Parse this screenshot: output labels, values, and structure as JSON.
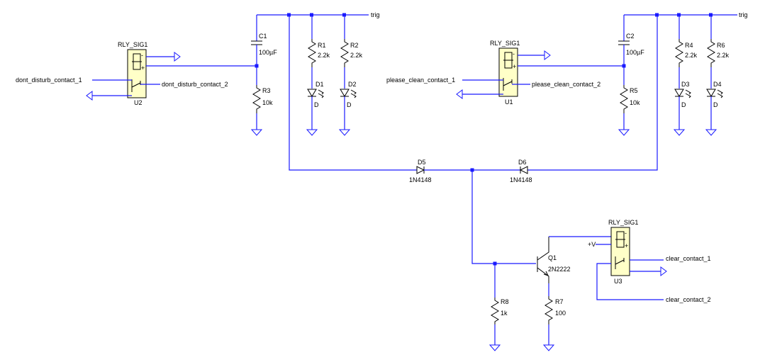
{
  "net_labels": {
    "trig_left": "trig",
    "trig_right": "trig",
    "dont_disturb_1": "dont_disturb_contact_1",
    "dont_disturb_2": "dont_disturb_contact_2",
    "please_clean_1": "please_clean_contact_1",
    "please_clean_2": "please_clean_contact_2",
    "clear_1": "clear_contact_1",
    "clear_2": "clear_contact_2",
    "plus_v": "+V"
  },
  "relays": {
    "u2": {
      "type": "RLY_SIG1",
      "ref": "U2"
    },
    "u1": {
      "type": "RLY_SIG1",
      "ref": "U1"
    },
    "u3": {
      "type": "RLY_SIG1",
      "ref": "U3"
    }
  },
  "relay_pins": {
    "minus": "-",
    "plus": "+"
  },
  "capacitors": {
    "c1": {
      "ref": "C1",
      "value": "100µF"
    },
    "c2": {
      "ref": "C2",
      "value": "100µF"
    }
  },
  "resistors": {
    "r1": {
      "ref": "R1",
      "value": "2.2k"
    },
    "r2": {
      "ref": "R2",
      "value": "2.2k"
    },
    "r3": {
      "ref": "R3",
      "value": "10k"
    },
    "r4": {
      "ref": "R4",
      "value": "2.2k"
    },
    "r5": {
      "ref": "R5",
      "value": "10k"
    },
    "r6": {
      "ref": "R6",
      "value": "2.2k"
    },
    "r7": {
      "ref": "R7",
      "value": "100"
    },
    "r8": {
      "ref": "R8",
      "value": "1k"
    }
  },
  "leds": {
    "d1": {
      "ref": "D1",
      "value": "D"
    },
    "d2": {
      "ref": "D2",
      "value": "D"
    },
    "d3": {
      "ref": "D3",
      "value": "D"
    },
    "d4": {
      "ref": "D4",
      "value": "D"
    }
  },
  "diodes": {
    "d5": {
      "ref": "D5",
      "value": "1N4148"
    },
    "d6": {
      "ref": "D6",
      "value": "1N4148"
    }
  },
  "transistor": {
    "ref": "Q1",
    "value": "2N2222"
  },
  "colors": {
    "wire": "#1a1aff",
    "relay_fill": "#ffffc8",
    "component": "#000000"
  }
}
